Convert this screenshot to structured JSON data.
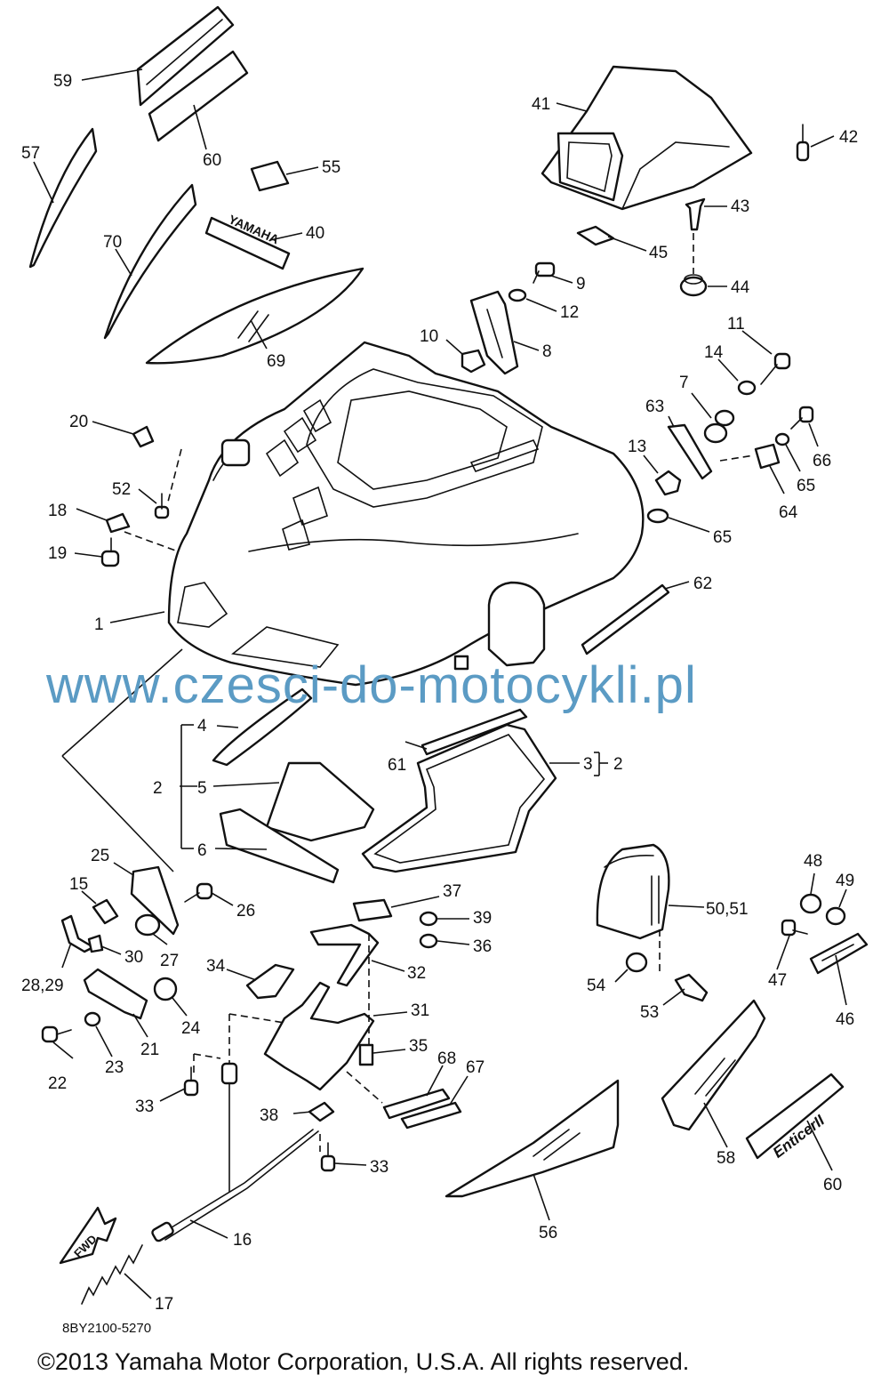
{
  "diagram": {
    "part_labels": [
      {
        "id": "l1",
        "text": "1"
      },
      {
        "id": "l2a",
        "text": "2"
      },
      {
        "id": "l2b",
        "text": "2"
      },
      {
        "id": "l3",
        "text": "3"
      },
      {
        "id": "l4",
        "text": "4"
      },
      {
        "id": "l5",
        "text": "5"
      },
      {
        "id": "l6",
        "text": "6"
      },
      {
        "id": "l7",
        "text": "7"
      },
      {
        "id": "l8",
        "text": "8"
      },
      {
        "id": "l9",
        "text": "9"
      },
      {
        "id": "l10",
        "text": "10"
      },
      {
        "id": "l11",
        "text": "11"
      },
      {
        "id": "l12",
        "text": "12"
      },
      {
        "id": "l13",
        "text": "13"
      },
      {
        "id": "l14",
        "text": "14"
      },
      {
        "id": "l15",
        "text": "15"
      },
      {
        "id": "l16",
        "text": "16"
      },
      {
        "id": "l17",
        "text": "17"
      },
      {
        "id": "l18",
        "text": "18"
      },
      {
        "id": "l19",
        "text": "19"
      },
      {
        "id": "l20",
        "text": "20"
      },
      {
        "id": "l21",
        "text": "21"
      },
      {
        "id": "l22",
        "text": "22"
      },
      {
        "id": "l23",
        "text": "23"
      },
      {
        "id": "l24",
        "text": "24"
      },
      {
        "id": "l25",
        "text": "25"
      },
      {
        "id": "l26",
        "text": "26"
      },
      {
        "id": "l27",
        "text": "27"
      },
      {
        "id": "l2829",
        "text": "28,29"
      },
      {
        "id": "l30",
        "text": "30"
      },
      {
        "id": "l31",
        "text": "31"
      },
      {
        "id": "l32",
        "text": "32"
      },
      {
        "id": "l33a",
        "text": "33"
      },
      {
        "id": "l33b",
        "text": "33"
      },
      {
        "id": "l34",
        "text": "34"
      },
      {
        "id": "l35",
        "text": "35"
      },
      {
        "id": "l36",
        "text": "36"
      },
      {
        "id": "l37",
        "text": "37"
      },
      {
        "id": "l38",
        "text": "38"
      },
      {
        "id": "l39",
        "text": "39"
      },
      {
        "id": "l40",
        "text": "40"
      },
      {
        "id": "l41",
        "text": "41"
      },
      {
        "id": "l42",
        "text": "42"
      },
      {
        "id": "l43",
        "text": "43"
      },
      {
        "id": "l44",
        "text": "44"
      },
      {
        "id": "l45",
        "text": "45"
      },
      {
        "id": "l46",
        "text": "46"
      },
      {
        "id": "l47",
        "text": "47"
      },
      {
        "id": "l48",
        "text": "48"
      },
      {
        "id": "l49",
        "text": "49"
      },
      {
        "id": "l5051",
        "text": "50,51"
      },
      {
        "id": "l52",
        "text": "52"
      },
      {
        "id": "l53",
        "text": "53"
      },
      {
        "id": "l54",
        "text": "54"
      },
      {
        "id": "l55",
        "text": "55"
      },
      {
        "id": "l56",
        "text": "56"
      },
      {
        "id": "l57",
        "text": "57"
      },
      {
        "id": "l58",
        "text": "58"
      },
      {
        "id": "l59",
        "text": "59"
      },
      {
        "id": "l60a",
        "text": "60"
      },
      {
        "id": "l60b",
        "text": "60"
      },
      {
        "id": "l61",
        "text": "61"
      },
      {
        "id": "l62",
        "text": "62"
      },
      {
        "id": "l63",
        "text": "63"
      },
      {
        "id": "l64",
        "text": "64"
      },
      {
        "id": "l65a",
        "text": "65"
      },
      {
        "id": "l65b",
        "text": "65"
      },
      {
        "id": "l66",
        "text": "66"
      },
      {
        "id": "l67",
        "text": "67"
      },
      {
        "id": "l68",
        "text": "68"
      },
      {
        "id": "l69",
        "text": "69"
      },
      {
        "id": "l70",
        "text": "70"
      }
    ],
    "decal_yamaha_text": "YAMAHA",
    "decal_model_text": "EnticerII",
    "fwd_arrow_text": "FWD",
    "watermark_text": "www.czesci-do-motocykli.pl",
    "watermark_color": "#5b9bc4",
    "diagram_code": "8BY2100-5270",
    "copyright": "©2013 Yamaha Motor Corporation, U.S.A. All rights reserved."
  }
}
